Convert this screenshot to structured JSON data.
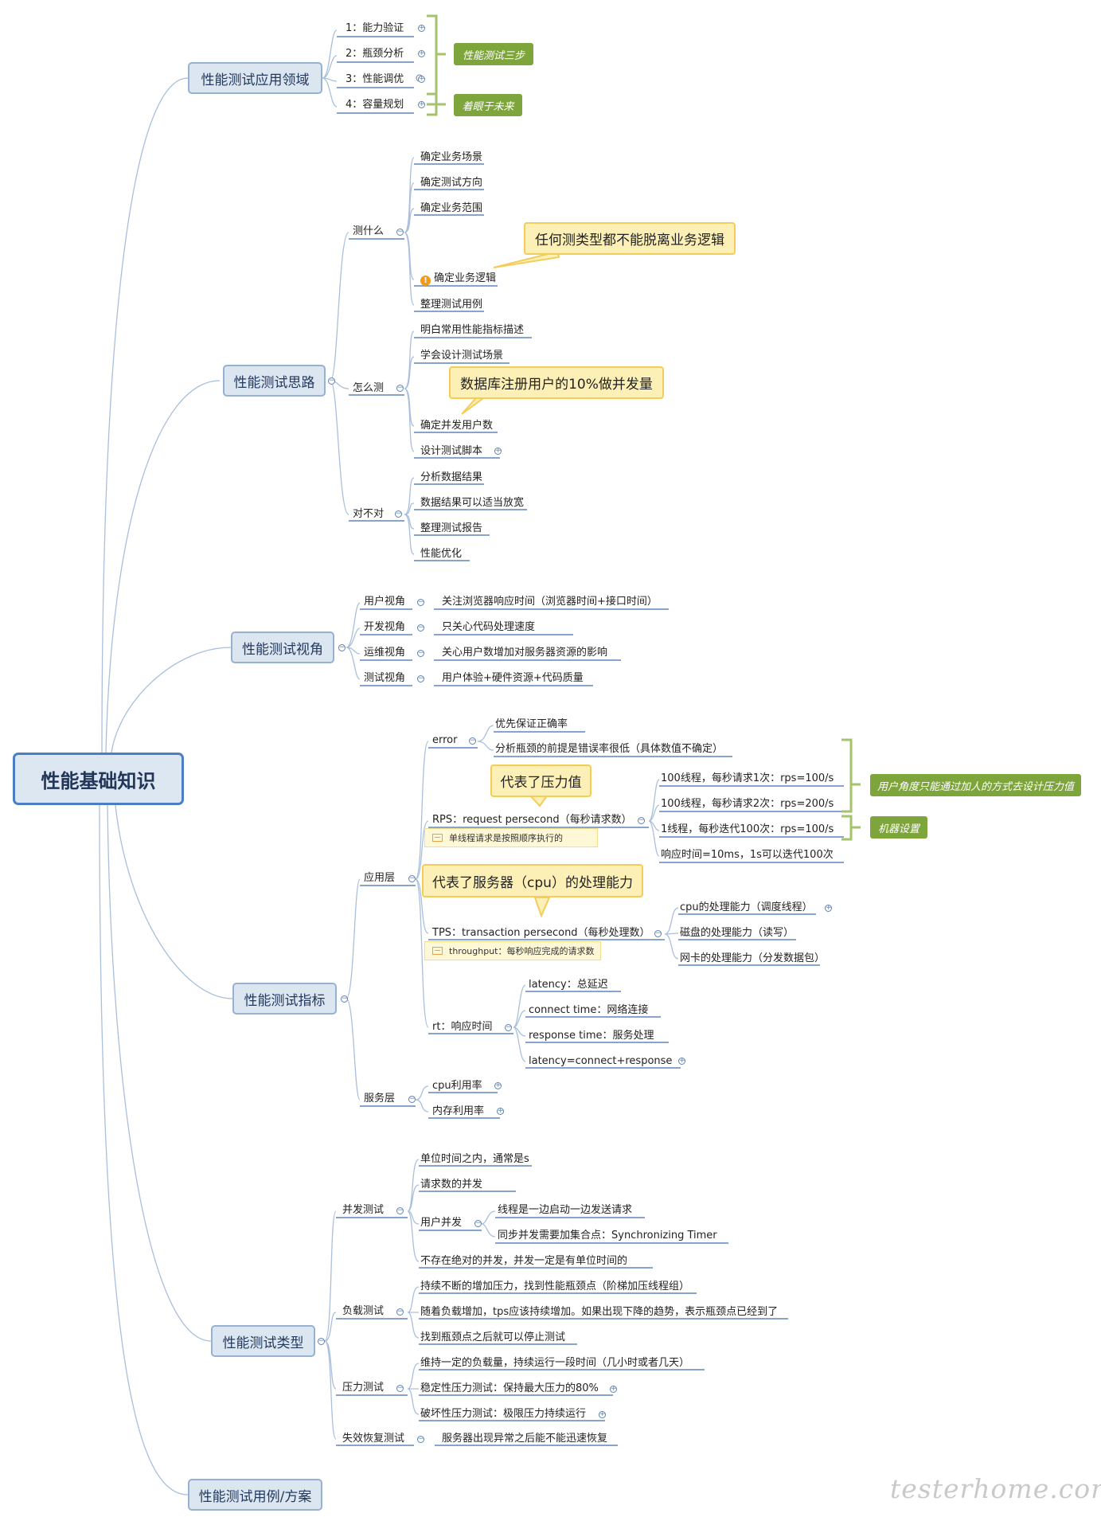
{
  "root": "性能基础知识",
  "branches": {
    "domain": {
      "title": "性能测试应用领域",
      "items": [
        "1：能力验证",
        "2：瓶颈分析",
        "3：性能调优",
        "4：容量规划"
      ],
      "tags": [
        "性能测试三步",
        "着眼于未来"
      ]
    },
    "approach": {
      "title": "性能测试思路",
      "what": {
        "label": "测什么",
        "items": [
          "确定业务场景",
          "确定测试方向",
          "确定业务范围",
          "确定业务逻辑",
          "整理测试用例"
        ],
        "callout": "任何测类型都不能脱离业务逻辑",
        "warn_icon": "!"
      },
      "how": {
        "label": "怎么测",
        "items": [
          "明白常用性能指标描述",
          "学会设计测试场景",
          "确定并发用户数",
          "设计测试脚本"
        ],
        "callout": "数据库注册用户的10%做并发量"
      },
      "check": {
        "label": "对不对",
        "items": [
          "分析数据结果",
          "数据结果可以适当放宽",
          "整理测试报告",
          "性能优化"
        ]
      }
    },
    "views": {
      "title": "性能测试视角",
      "items": [
        {
          "label": "用户视角",
          "desc": "关注浏览器响应时间（浏览器时间+接口时间）"
        },
        {
          "label": "开发视角",
          "desc": "只关心代码处理速度"
        },
        {
          "label": "运维视角",
          "desc": "关心用户数增加对服务器资源的影响"
        },
        {
          "label": "测试视角",
          "desc": "用户体验+硬件资源+代码质量"
        }
      ]
    },
    "metrics": {
      "title": "性能测试指标",
      "app_layer": "应用层",
      "error": {
        "label": "error",
        "items": [
          "优先保证正确率",
          "分析瓶颈的前提是错误率很低（具体数值不确定）"
        ]
      },
      "rps": {
        "label": "RPS：request persecond（每秒请求数）",
        "callout": "代表了压力值",
        "note": "单线程请求是按照顺序执行的",
        "items": [
          "100线程，每秒请求1次：rps=100/s",
          "100线程，每秒请求2次：rps=200/s",
          "1线程，每秒迭代100次：rps=100/s",
          "响应时间=10ms，1s可以迭代100次"
        ],
        "tags": [
          "用户角度只能通过加人的方式去设计压力值",
          "机器设置"
        ]
      },
      "tps": {
        "label": "TPS：transaction persecond（每秒处理数）",
        "callout": "代表了服务器（cpu）的处理能力",
        "note": "throughput：每秒响应完成的请求数",
        "items": [
          "cpu的处理能力（调度线程）",
          "磁盘的处理能力（读写）",
          "网卡的处理能力（分发数据包）"
        ]
      },
      "rt": {
        "label": "rt：响应时间",
        "items": [
          "latency：总延迟",
          "connect time：网络连接",
          "response time：服务处理",
          "latency=connect+response"
        ]
      },
      "server_layer": {
        "label": "服务层",
        "items": [
          "cpu利用率",
          "内存利用率"
        ]
      }
    },
    "types": {
      "title": "性能测试类型",
      "concurrency": {
        "label": "并发测试",
        "items": [
          "单位时间之内，通常是s",
          "请求数的并发",
          "用户并发",
          "不存在绝对的并发，并发一定是有单位时间的"
        ],
        "user_items": [
          "线程是一边启动一边发送请求",
          "同步并发需要加集合点：Synchronizing Timer"
        ]
      },
      "load": {
        "label": "负载测试",
        "items": [
          "持续不断的增加压力，找到性能瓶颈点（阶梯加压线程组）",
          "随着负载增加，tps应该持续增加。如果出现下降的趋势，表示瓶颈点已经到了",
          "找到瓶颈点之后就可以停止测试"
        ]
      },
      "stress": {
        "label": "压力测试",
        "items": [
          "维持一定的负载量，持续运行一段时间（几小时或者几天）",
          "稳定性压力测试：保持最大压力的80%",
          "破坏性压力测试：极限压力持续运行"
        ]
      },
      "failover": {
        "label": "失效恢复测试",
        "desc": "服务器出现异常之后能不能迅速恢复"
      }
    },
    "cases": {
      "title": "性能测试用例/方案"
    }
  },
  "toggles": {
    "expand": "+",
    "collapse": "−"
  },
  "watermark": "testerhome.com",
  "colors": {
    "line": "#a9bfdc",
    "underline": "#5f86bd",
    "bracket": "#a4c36c",
    "callout_border": "#f3cd57",
    "tag": "#7ea53b"
  }
}
